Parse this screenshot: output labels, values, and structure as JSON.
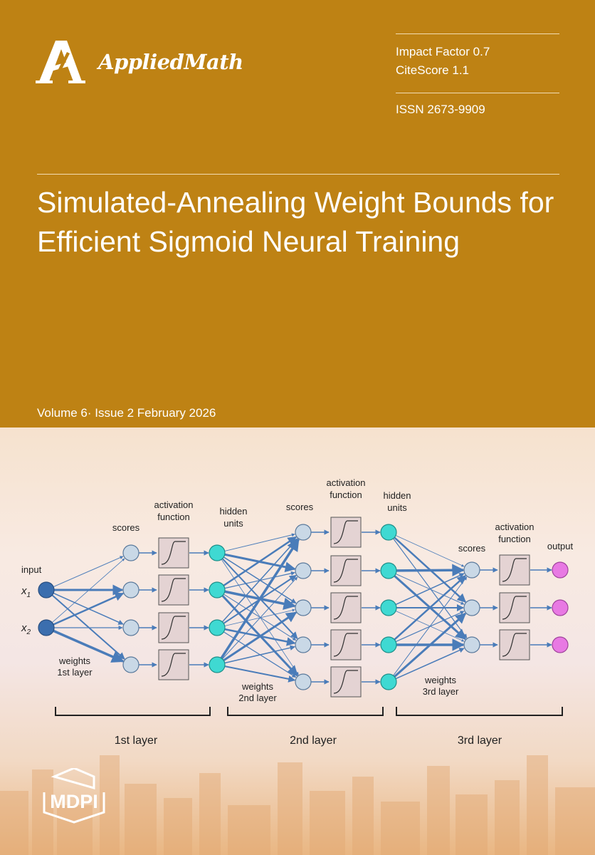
{
  "journal": {
    "name": "AppliedMath"
  },
  "metrics": {
    "impact_factor": "Impact Factor 0.7",
    "citescore": "CiteScore 1.1",
    "issn": "ISSN 2673-9909"
  },
  "article": {
    "title": "Simulated-Annealing Weight Bounds for Efficient Sigmoid Neural Training"
  },
  "issue": {
    "volume_line": "Volume 6· Issue 2 February 2026"
  },
  "figure": {
    "input_label": "input",
    "x1_label": "x",
    "x1_sub": "1",
    "x2_label": "x",
    "x2_sub": "2",
    "layer1": {
      "scores": "scores",
      "activation_1": "activation",
      "activation_2": "function",
      "hidden_1": "hidden",
      "hidden_2": "units",
      "weights_1": "weights",
      "weights_2": "1st layer"
    },
    "layer2": {
      "scores": "scores",
      "activation_1": "activation",
      "activation_2": "function",
      "hidden_1": "hidden",
      "hidden_2": "units",
      "weights_1": "weights",
      "weights_2": "2nd layer"
    },
    "layer3": {
      "scores": "scores",
      "activation_1": "activation",
      "activation_2": "function",
      "output": "output",
      "weights_1": "weights",
      "weights_2": "3rd layer"
    },
    "bracket_labels": [
      "1st layer",
      "2nd layer",
      "3rd layer"
    ],
    "colors": {
      "input": "#3B6EAE",
      "score": "#C9D8E6",
      "hidden": "#3FD9D2",
      "output": "#E879E3",
      "edge": "#4A7CB9",
      "act_box": "#E4D3D3"
    }
  },
  "publisher": {
    "name": "MDPI"
  }
}
